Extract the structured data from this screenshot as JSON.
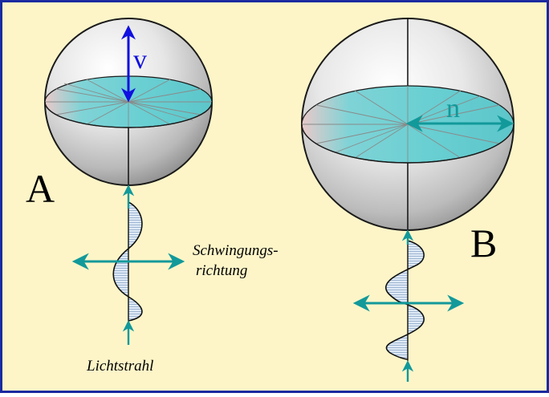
{
  "labels": {
    "panel_a": "A",
    "panel_b": "B",
    "vibration_line1": "Schwingungs-",
    "vibration_line2": "richtung",
    "light_ray": "Lichtstrahl",
    "velocity": "v",
    "refractive_index": "n"
  },
  "colors": {
    "background": "#fdf5c8",
    "border": "#1a2aa0",
    "teal": "#12999a",
    "ellipse_fill": "#6fd3d6",
    "blue_arrow": "#1010e0",
    "wave_fill": "#dbe9f5",
    "wave_hatch": "#8ea8c8",
    "sphere_light": "#ffffff",
    "sphere_dark": "#8a8a8a"
  }
}
